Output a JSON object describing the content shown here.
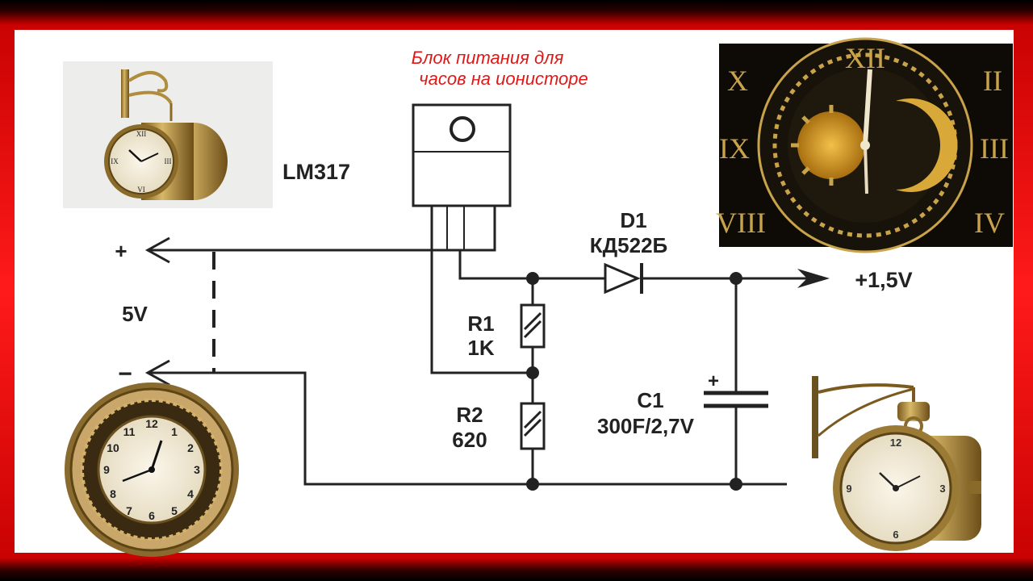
{
  "title_line1": "Блок питания для",
  "title_line2": "часов на ионисторе",
  "regulator_label": "LM317",
  "diode_ref": "D1",
  "diode_part": "КД522Б",
  "output_label": "+1,5V",
  "r1_ref": "R1",
  "r1_value": "1K",
  "r2_ref": "R2",
  "r2_value": "620",
  "c1_ref": "C1",
  "c1_value": "300F/2,7V",
  "input_voltage": "5V",
  "plus_sign": "+",
  "minus_sign": "−",
  "cap_plus": "+",
  "colors": {
    "frame_red": "#e00000",
    "title_red": "#e01818",
    "wire": "#222222",
    "brass": "#b08d3c"
  },
  "images": [
    "clock-top-left-photo",
    "clock-sun-moon-photo",
    "clock-ornate-round-photo",
    "clock-bracket-station-photo"
  ]
}
